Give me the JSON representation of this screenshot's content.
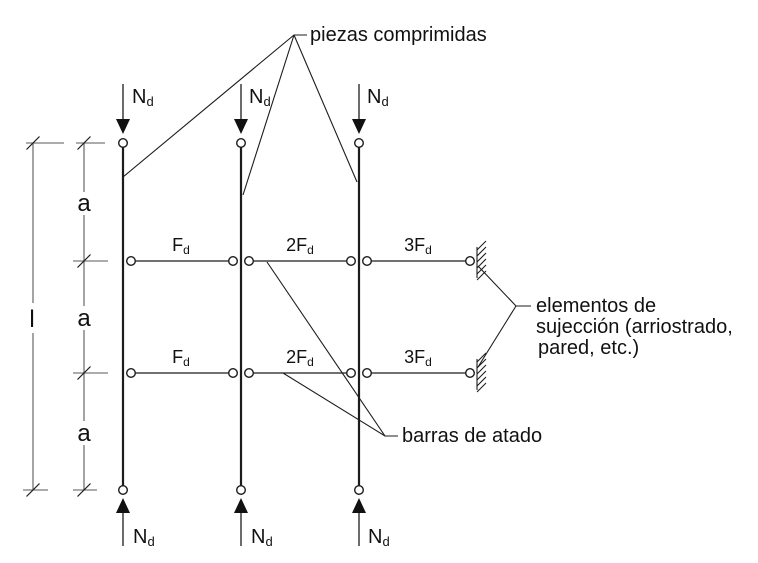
{
  "diagram": {
    "title_label": "piezas comprimidas",
    "tie_bars_label": "barras de atado",
    "restraint_label_lines": [
      "elementos de",
      "sujección (arriostrado,",
      "pared, etc.)"
    ],
    "dim_total": "l",
    "dim_segment": "a",
    "axial_force": {
      "main": "N",
      "sub": "d"
    },
    "tie_forces": {
      "f1": {
        "main": "F",
        "sub": "d"
      },
      "f2": {
        "main": "2F",
        "sub": "d"
      },
      "f3": {
        "main": "3F",
        "sub": "d"
      }
    }
  },
  "colors": {
    "line": "#1c1c1c",
    "dim_line": "#5a5a5a",
    "background": "#ffffff"
  }
}
